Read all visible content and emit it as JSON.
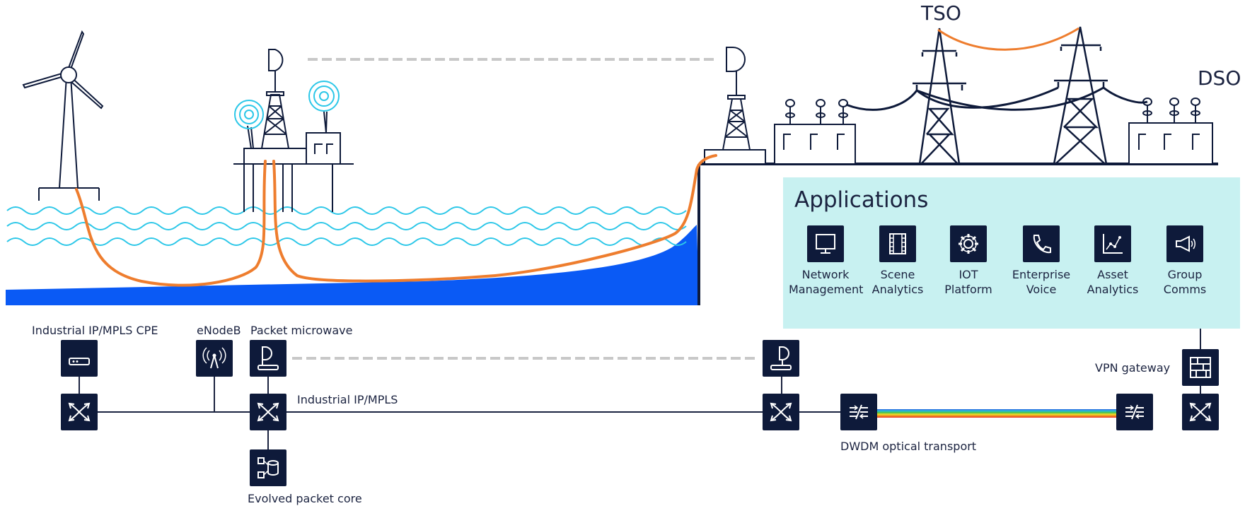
{
  "labels": {
    "tso": "TSO",
    "dso": "DSO",
    "cpe": "Industrial IP/MPLS CPE",
    "enodeb": "eNodeB",
    "packet_microwave": "Packet microwave",
    "ip_mpls": "Industrial IP/MPLS",
    "evolved_packet_core": "Evolved packet core",
    "dwdm": "DWDM optical transport",
    "vpn_gateway": "VPN gateway"
  },
  "applications": {
    "title": "Applications",
    "items": [
      {
        "line1": "Network",
        "line2": "Management",
        "icon": "monitor-icon"
      },
      {
        "line1": "Scene",
        "line2": "Analytics",
        "icon": "film-icon"
      },
      {
        "line1": "IOT",
        "line2": "Platform",
        "icon": "gear-icon"
      },
      {
        "line1": "Enterprise",
        "line2": "Voice",
        "icon": "phone-icon"
      },
      {
        "line1": "Asset",
        "line2": "Analytics",
        "icon": "analytics-chart-icon"
      },
      {
        "line1": "Group",
        "line2": "Comms",
        "icon": "megaphone-icon"
      }
    ]
  },
  "colors": {
    "navy": "#0e1a3a",
    "line": "#1b2340",
    "cable": "#ee7d2e",
    "sea": "#0a5af5",
    "wave": "#2cc7e8",
    "apps_bg": "#c8f1f1",
    "dashed": "#c8c8c8"
  }
}
